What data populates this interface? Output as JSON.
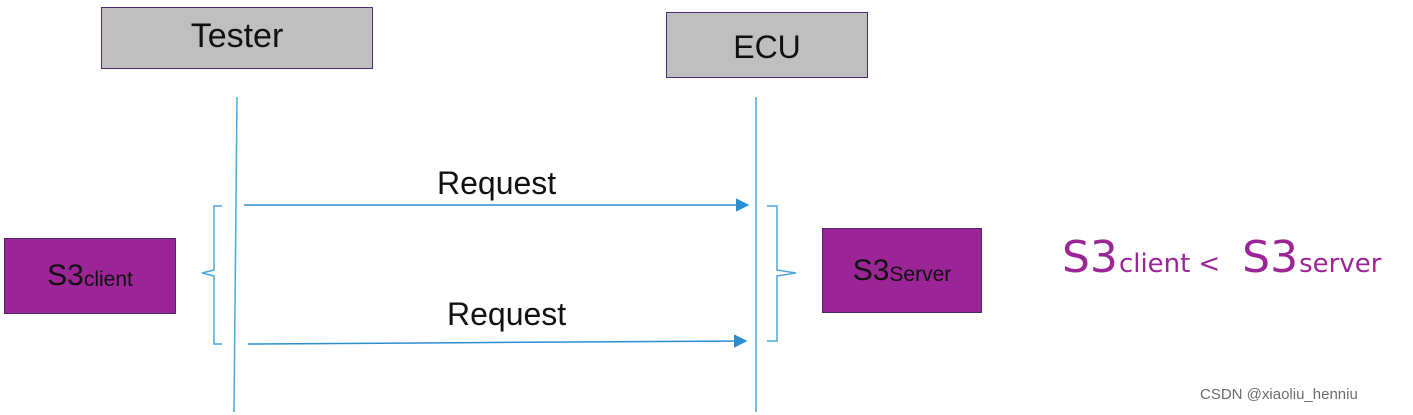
{
  "actors": {
    "tester": "Tester",
    "ecu": "ECU"
  },
  "messages": [
    {
      "label": "Request"
    },
    {
      "label": "Request"
    }
  ],
  "timers": {
    "client": {
      "main": "S3",
      "sub": "client"
    },
    "server": {
      "main": "S3",
      "sub": "Server"
    }
  },
  "relation": {
    "left_main": "S3",
    "left_sub": "client",
    "operator": "<",
    "right_main": "S3",
    "right_sub": "server"
  },
  "watermark": "CSDN @xiaoliu_henniu",
  "colors": {
    "actor_fill": "#bfbfbf",
    "timer_fill": "#9b2596",
    "box_border": "#4b2a6e",
    "lifeline": "#4da6d9",
    "arrow": "#2a8fd0",
    "relation_text": "#9b2596"
  }
}
